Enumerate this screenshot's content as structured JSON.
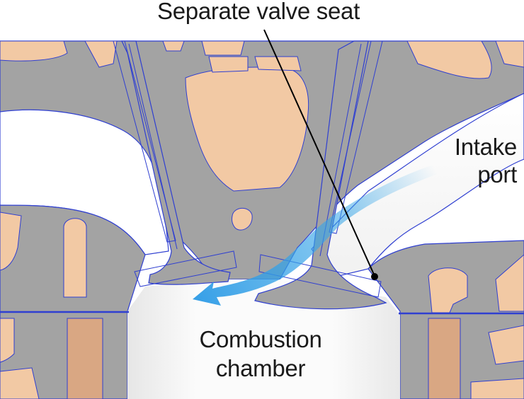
{
  "labels": {
    "valve_seat": "Separate valve seat",
    "intake_line1": "Intake",
    "intake_line2": "port",
    "combustion_line1": "Combustion",
    "combustion_line2": "chamber"
  },
  "colors": {
    "metal": "#a3a3a3",
    "metal_dark": "#8c8c8c",
    "coolant": "#f2c9a4",
    "coolant_shade": "#d9a783",
    "outline": "#2f3fd1",
    "flow_arrow": "#3aa7e8",
    "background": "#ffffff",
    "leader_line": "#000000",
    "text": "#1a1a1a"
  }
}
